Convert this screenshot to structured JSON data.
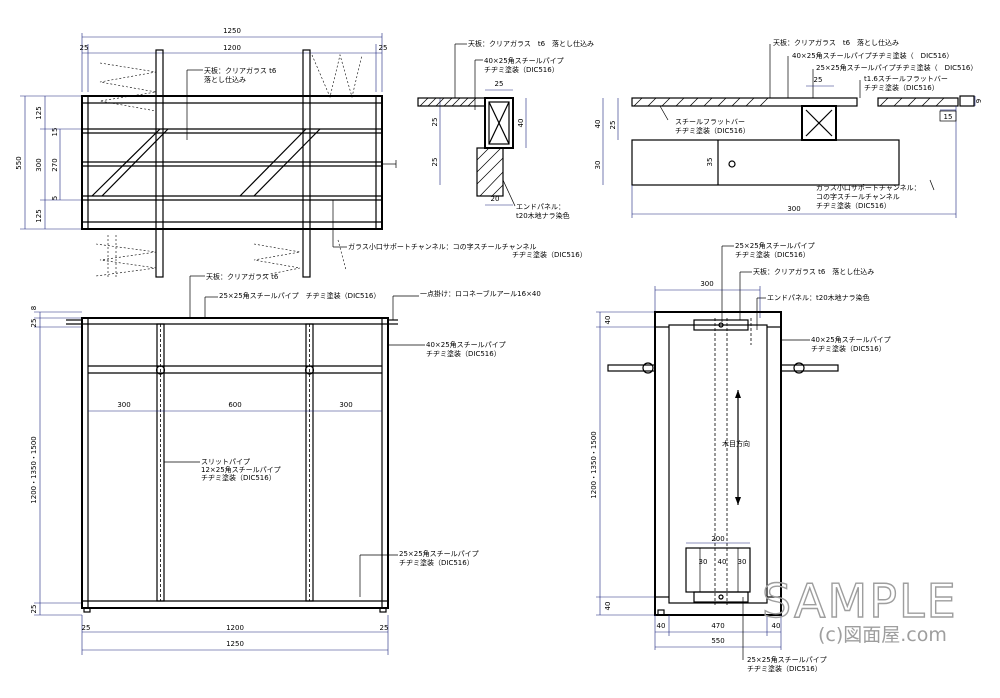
{
  "plan": {
    "dims": {
      "overall_width": "1250",
      "inner_width": "1200",
      "end_left": "25",
      "end_right": "25",
      "depth": "550",
      "seg_top": "125",
      "seg_mid": "300",
      "seg_bot": "125",
      "inner_270": "270",
      "inner_15": "15",
      "inner_5": "5"
    },
    "labels": {
      "glass_line1": "天板：クリアガラス t6",
      "glass_line2": "落とし仕込み",
      "channel": "ガラス小口サポートチャンネル：コの字スチールチャンネル",
      "channel_finish": "チヂミ塗装（DIC516）"
    }
  },
  "front": {
    "dims": {
      "bay_left": "300",
      "bay_mid": "600",
      "bay_right": "300",
      "height": "1200・1350・1500",
      "top_8": "8",
      "top_25": "25",
      "bottom_25": "25",
      "inner_width": "1200",
      "overall_width": "1250",
      "end_left": "25",
      "end_right": "25"
    },
    "labels": {
      "top_glass": "天板：クリアガラス t6",
      "top_pipe": "25×25角スチールパイプ　チヂミ塗装（DIC516）",
      "hook": "一点掛け：ロコネーブルアール16×40",
      "pipe40_line1": "40×25角スチールパイプ",
      "pipe40_line2": "チヂミ塗装（DIC516）",
      "slit_line1": "スリットパイプ",
      "slit_line2": "12×25角スチールパイプ",
      "slit_line3": "チヂミ塗装（DIC516）",
      "pipe25_line1": "25×25角スチールパイプ",
      "pipe25_line2": "チヂミ塗装（DIC516）"
    }
  },
  "detail_a": {
    "labels": {
      "top": "天板：クリアガラス　t6　落とし仕込み",
      "pipe_line1": "40×25角スチールパイプ",
      "pipe_line2": "チヂミ塗装（DIC516）",
      "panel_line1": "エンドパネル：",
      "panel_line2": "t20木地ナラ染色"
    },
    "dims": {
      "w25": "25",
      "h40": "40",
      "v25a": "25",
      "v25b": "25",
      "w20": "20"
    }
  },
  "detail_b": {
    "labels": {
      "top": "天板：クリアガラス　t6　落とし仕込み",
      "pipe40": "40×25角スチールパイプチヂミ塗装（　DIC516）",
      "pipe25": "25×25角スチールパイプチヂミ塗装（　DIC516）",
      "flat_line1": "t1.6スチールフラットバー",
      "flat_line2": "チヂミ塗装（DIC516）",
      "flatbar_line1": "スチールフラットバー",
      "flatbar_line2": "チヂミ塗装（DIC516）",
      "channel_line1": "ガラス小口サポートチャンネル：",
      "channel_line2": "コの字スチールチャンネル",
      "channel_line3": "チヂミ塗装（DIC516）"
    },
    "dims": {
      "w25": "25",
      "v40": "40",
      "v25": "25",
      "v30": "30",
      "v35": "35",
      "w300": "300",
      "r9": "9",
      "r15": "15"
    }
  },
  "side": {
    "labels": {
      "pipe25_top_line1": "25×25角スチールパイプ",
      "pipe25_top_line2": "チヂミ塗装（DIC516）",
      "glass": "天板：クリアガラス t6　落とし仕込み",
      "end_panel": "エンドパネル：t20木地ナラ染色",
      "pipe40_line1": "40×25角スチールパイプ",
      "pipe40_line2": "チヂミ塗装（DIC516）",
      "grain": "木目方向",
      "pipe25_bot_line1": "25×25角スチールパイプ",
      "pipe25_bot_line2": "チヂミ塗装（DIC516）"
    },
    "dims": {
      "top_300": "300",
      "top_40": "40",
      "height": "1200・1350・1500",
      "bottom_40": "40",
      "base_200": "200",
      "base_30a": "30",
      "base_40": "40",
      "base_30b": "30",
      "w40_left": "40",
      "w470": "470",
      "w40_right": "40",
      "w550": "550"
    }
  },
  "watermark": {
    "main": "SAMPLE",
    "sub": "(c)図面屋.com"
  }
}
